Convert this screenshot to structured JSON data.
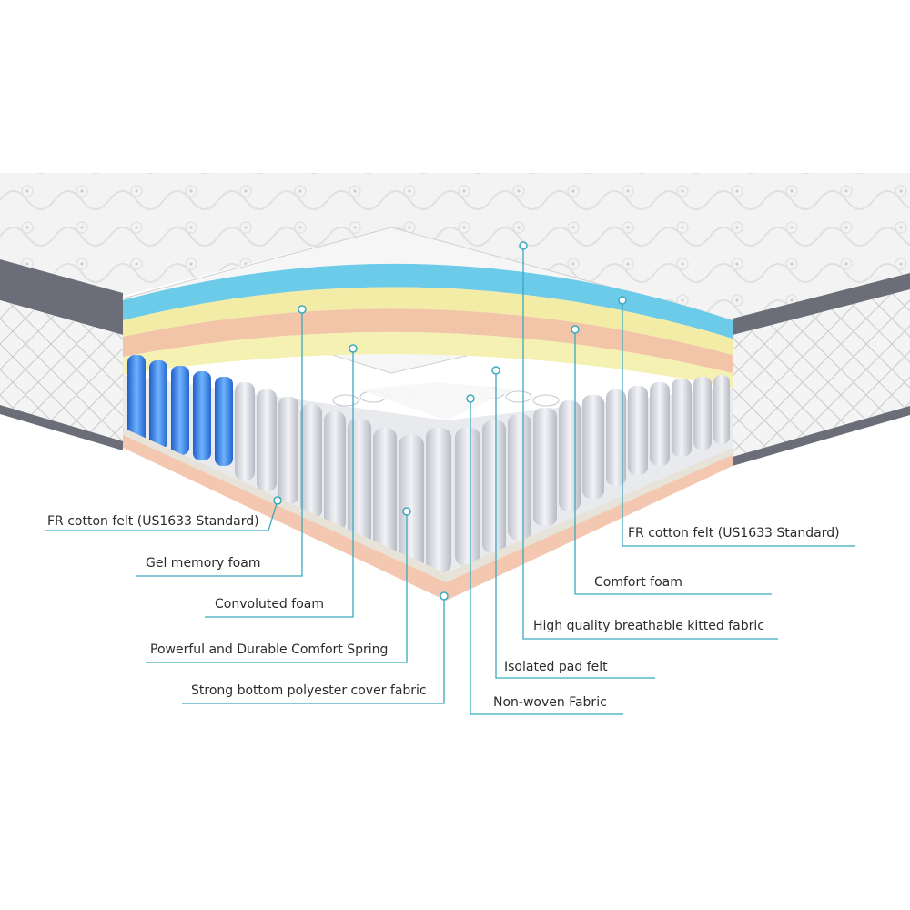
{
  "diagram": {
    "colors": {
      "leader": "#3aa9be",
      "gel_foam": "#6ccbe8",
      "comfort_foam": "#f3eca6",
      "convoluted_foam": "#f2c5a8",
      "pad_felt": "#f5f1b2",
      "bottom_fabric": "#f3c7b0",
      "spring": "#d9dbe2",
      "spring_blue": "#2f7fe0",
      "quilt_top": "#ececec",
      "border_band": "#6b6e78"
    },
    "labels_left": [
      {
        "id": "fr-cotton-felt-left",
        "text": "FR cotton felt (US1633 Standard)"
      },
      {
        "id": "gel-memory-foam",
        "text": "Gel memory foam"
      },
      {
        "id": "convoluted-foam",
        "text": "Convoluted foam"
      },
      {
        "id": "comfort-spring",
        "text": "Powerful and Durable Comfort Spring"
      },
      {
        "id": "bottom-polyester-fabric",
        "text": "Strong bottom polyester cover fabric"
      }
    ],
    "labels_right": [
      {
        "id": "fr-cotton-felt-right",
        "text": "FR cotton felt (US1633 Standard)"
      },
      {
        "id": "comfort-foam",
        "text": "Comfort foam"
      },
      {
        "id": "kitted-fabric",
        "text": "High quality breathable kitted fabric"
      },
      {
        "id": "isolated-pad-felt",
        "text": "Isolated pad felt"
      },
      {
        "id": "non-woven-fabric",
        "text": "Non-woven Fabric"
      }
    ]
  }
}
